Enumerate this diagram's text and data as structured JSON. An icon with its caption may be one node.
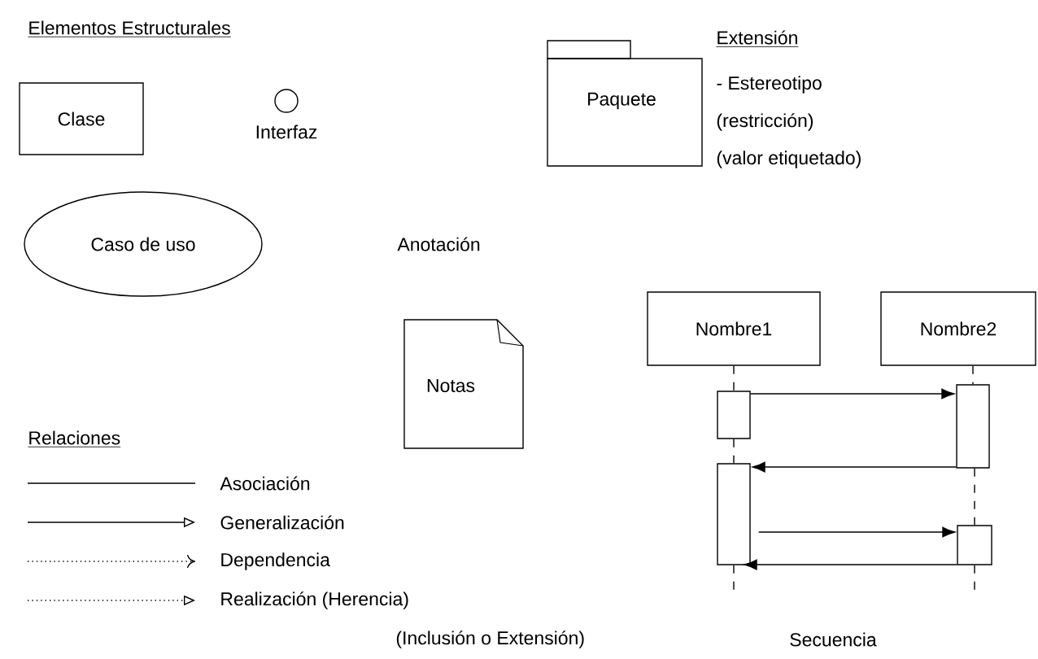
{
  "diagram": {
    "nodes": [
      {
        "text": [
          "Clase"
        ]
      },
      {
        "text": [
          "Interfaz"
        ]
      },
      {
        "text": [
          "Caso de uso"
        ]
      },
      {
        "text": [
          "Paquete"
        ]
      },
      {
        "text": [
          "Notas"
        ]
      },
      {
        "text": [
          "Nombre1"
        ]
      },
      {
        "text": [
          "Nombre2"
        ]
      },
      {
        "text": [],
        "shape": "bar"
      },
      {
        "text": [],
        "shape": "bar"
      },
      {
        "text": [],
        "shape": "bar"
      },
      {
        "text": [],
        "shape": "bar"
      }
    ],
    "edges": [
      {
        "from": 5,
        "to": 7,
        "arrow": "none",
        "style": "dashed"
      },
      {
        "from": 7,
        "to": 9,
        "arrow": "none",
        "style": "dashed"
      },
      {
        "from": 9,
        "to": null,
        "arrow": "none",
        "style": "dashed"
      },
      {
        "from": 6,
        "to": 8,
        "arrow": "none",
        "style": "dashed"
      },
      {
        "from": 8,
        "to": 10,
        "arrow": "none",
        "style": "dashed"
      },
      {
        "from": 10,
        "to": null,
        "arrow": "none",
        "style": "dashed"
      },
      {
        "from": 7,
        "to": 8,
        "arrow": "to"
      },
      {
        "from": 8,
        "to": 9,
        "arrow": "to"
      },
      {
        "from": 9,
        "to": 10,
        "arrow": "to"
      },
      {
        "from": 10,
        "to": 9,
        "arrow": "to"
      }
    ],
    "labels": [
      "Elementos Estructurales",
      "Extensión",
      "- Estereotipo",
      "(restricción)",
      "(valor etiquetado)",
      "Anotación",
      "Relaciones",
      "(Inclusión o Extensión)",
      "Secuencia"
    ],
    "legend": [
      {
        "text": "Asociación"
      },
      {
        "text": "Generalización"
      },
      {
        "text": "Dependencia"
      },
      {
        "text": "Realización (Herencia)"
      }
    ]
  }
}
